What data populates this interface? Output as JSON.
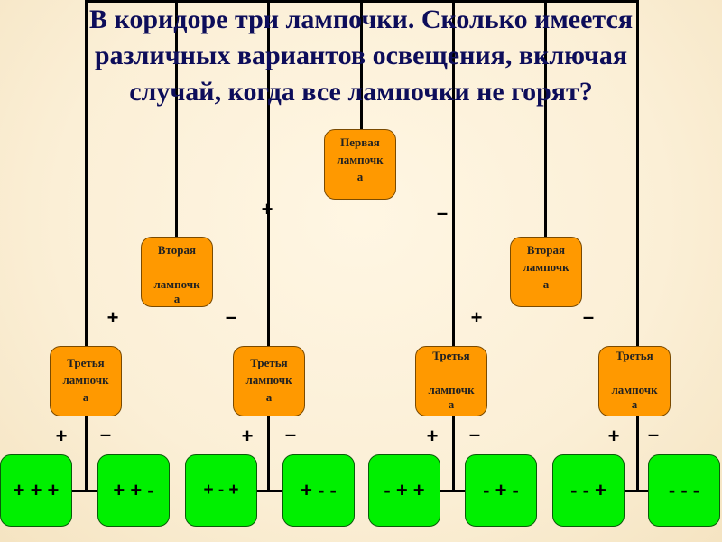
{
  "title_lines": [
    "В коридоре три лампочки. Сколько имеется",
    "различных вариантов освещения, включая",
    "случай, когда все лампочки не горят?"
  ],
  "nodes": {
    "first": [
      "Первая",
      "лампочк",
      "а"
    ],
    "second": [
      "Вторая",
      "лампочк",
      "а"
    ],
    "third": [
      "Третья",
      "лампочк",
      "а"
    ]
  },
  "signs": {
    "plus": "+",
    "minus": "–"
  },
  "outcomes": [
    "+ + +",
    "+ + -",
    "+ - +",
    "+ - -",
    "- + +",
    "- + -",
    "- - +",
    "- - -"
  ],
  "colors": {
    "title": "#0d0d5a",
    "node": "#ff9900",
    "leaf": "#00f000"
  }
}
